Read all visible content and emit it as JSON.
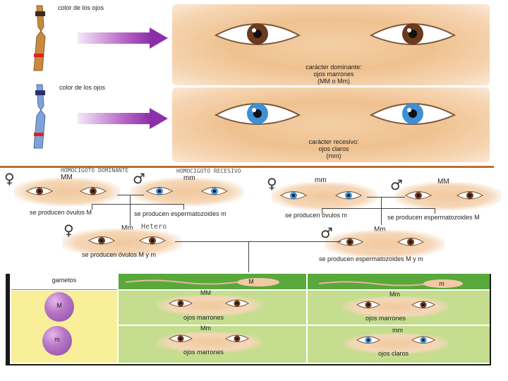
{
  "top": {
    "chromosome1_label": "color de los ojos",
    "chromosome2_label": "color de los ojos",
    "dominant_caption": [
      "carácter dominante:",
      "ojos marrones",
      "(MM o Mm)"
    ],
    "recessive_caption": [
      "carácter recesivo:",
      "ojos claros",
      "(mm)"
    ]
  },
  "cross_left": {
    "female_symbol": "♀",
    "male_symbol": "♂",
    "female_genotype": "MM",
    "male_genotype": "mm",
    "female_note": "HOMOCIGOTO DOMINANTE",
    "male_note": "HOMOCIGOTO RECESIVO",
    "female_gametes": "se producen óvulos M",
    "male_gametes": "se producen espermatozoides m"
  },
  "cross_right": {
    "female_symbol": "♀",
    "male_symbol": "♂",
    "female_genotype": "mm",
    "male_genotype": "MM",
    "female_gametes": "se producen óvulos m",
    "male_gametes": "se producen espermatozoides M"
  },
  "offspring": {
    "genotype": "Mm",
    "female_symbol": "♀",
    "male_symbol": "♂",
    "female_note": "Hetero",
    "female_gametes": "se producen óvulos M y m",
    "male_gametes": "se producen espermatozoides M y m"
  },
  "punnett": {
    "header": "gametos",
    "col1_gamete": "M",
    "col2_gamete": "m",
    "row1_gamete": "M",
    "row2_gamete": "m",
    "cells": [
      {
        "genotype": "MM",
        "phenotype": "ojos marrones"
      },
      {
        "genotype": "Mm",
        "phenotype": "ojos marrones"
      },
      {
        "genotype": "Mm",
        "phenotype": "ojos marrones"
      },
      {
        "genotype": "mm",
        "phenotype": "ojos claros"
      }
    ]
  },
  "colors": {
    "brown_iris": "#6b3a1f",
    "blue_iris": "#3d8fd6",
    "arrow": "#8d2fa8",
    "grid_green": "#c4dd8e",
    "header_green": "#58a83b",
    "yellow": "#f9ef98"
  }
}
